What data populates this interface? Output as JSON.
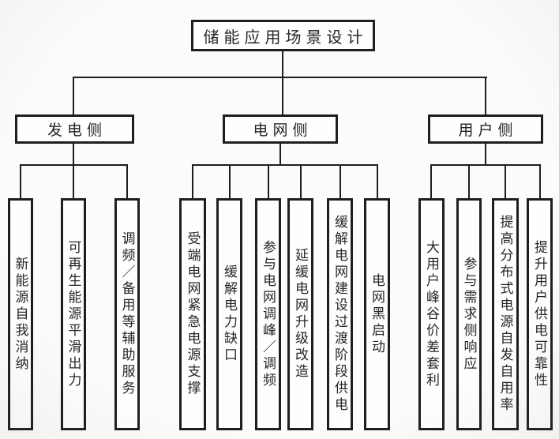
{
  "diagram": {
    "root_label": "储能应用场景设计",
    "branches": [
      {
        "label": "发电侧",
        "children": [
          "新能源自我消纳",
          "可再生能源平滑出力",
          "调频／备用等辅助服务"
        ]
      },
      {
        "label": "电网侧",
        "children": [
          "受端电网紧急电源支撑",
          "缓解电力缺口",
          "参与电网调峰／调频",
          "延缓电网升级改造",
          "缓解电网建设过渡阶段供电",
          "电网黑启动"
        ]
      },
      {
        "label": "用户侧",
        "children": [
          "大用户峰谷价差套利",
          "参与需求侧响应",
          "提高分布式电源自发自用率",
          "提升用户供电可靠性"
        ]
      }
    ],
    "colors": {
      "line": "#1e1e1e",
      "background": "#fbfbf9",
      "box_fill": "#fefefe"
    }
  }
}
